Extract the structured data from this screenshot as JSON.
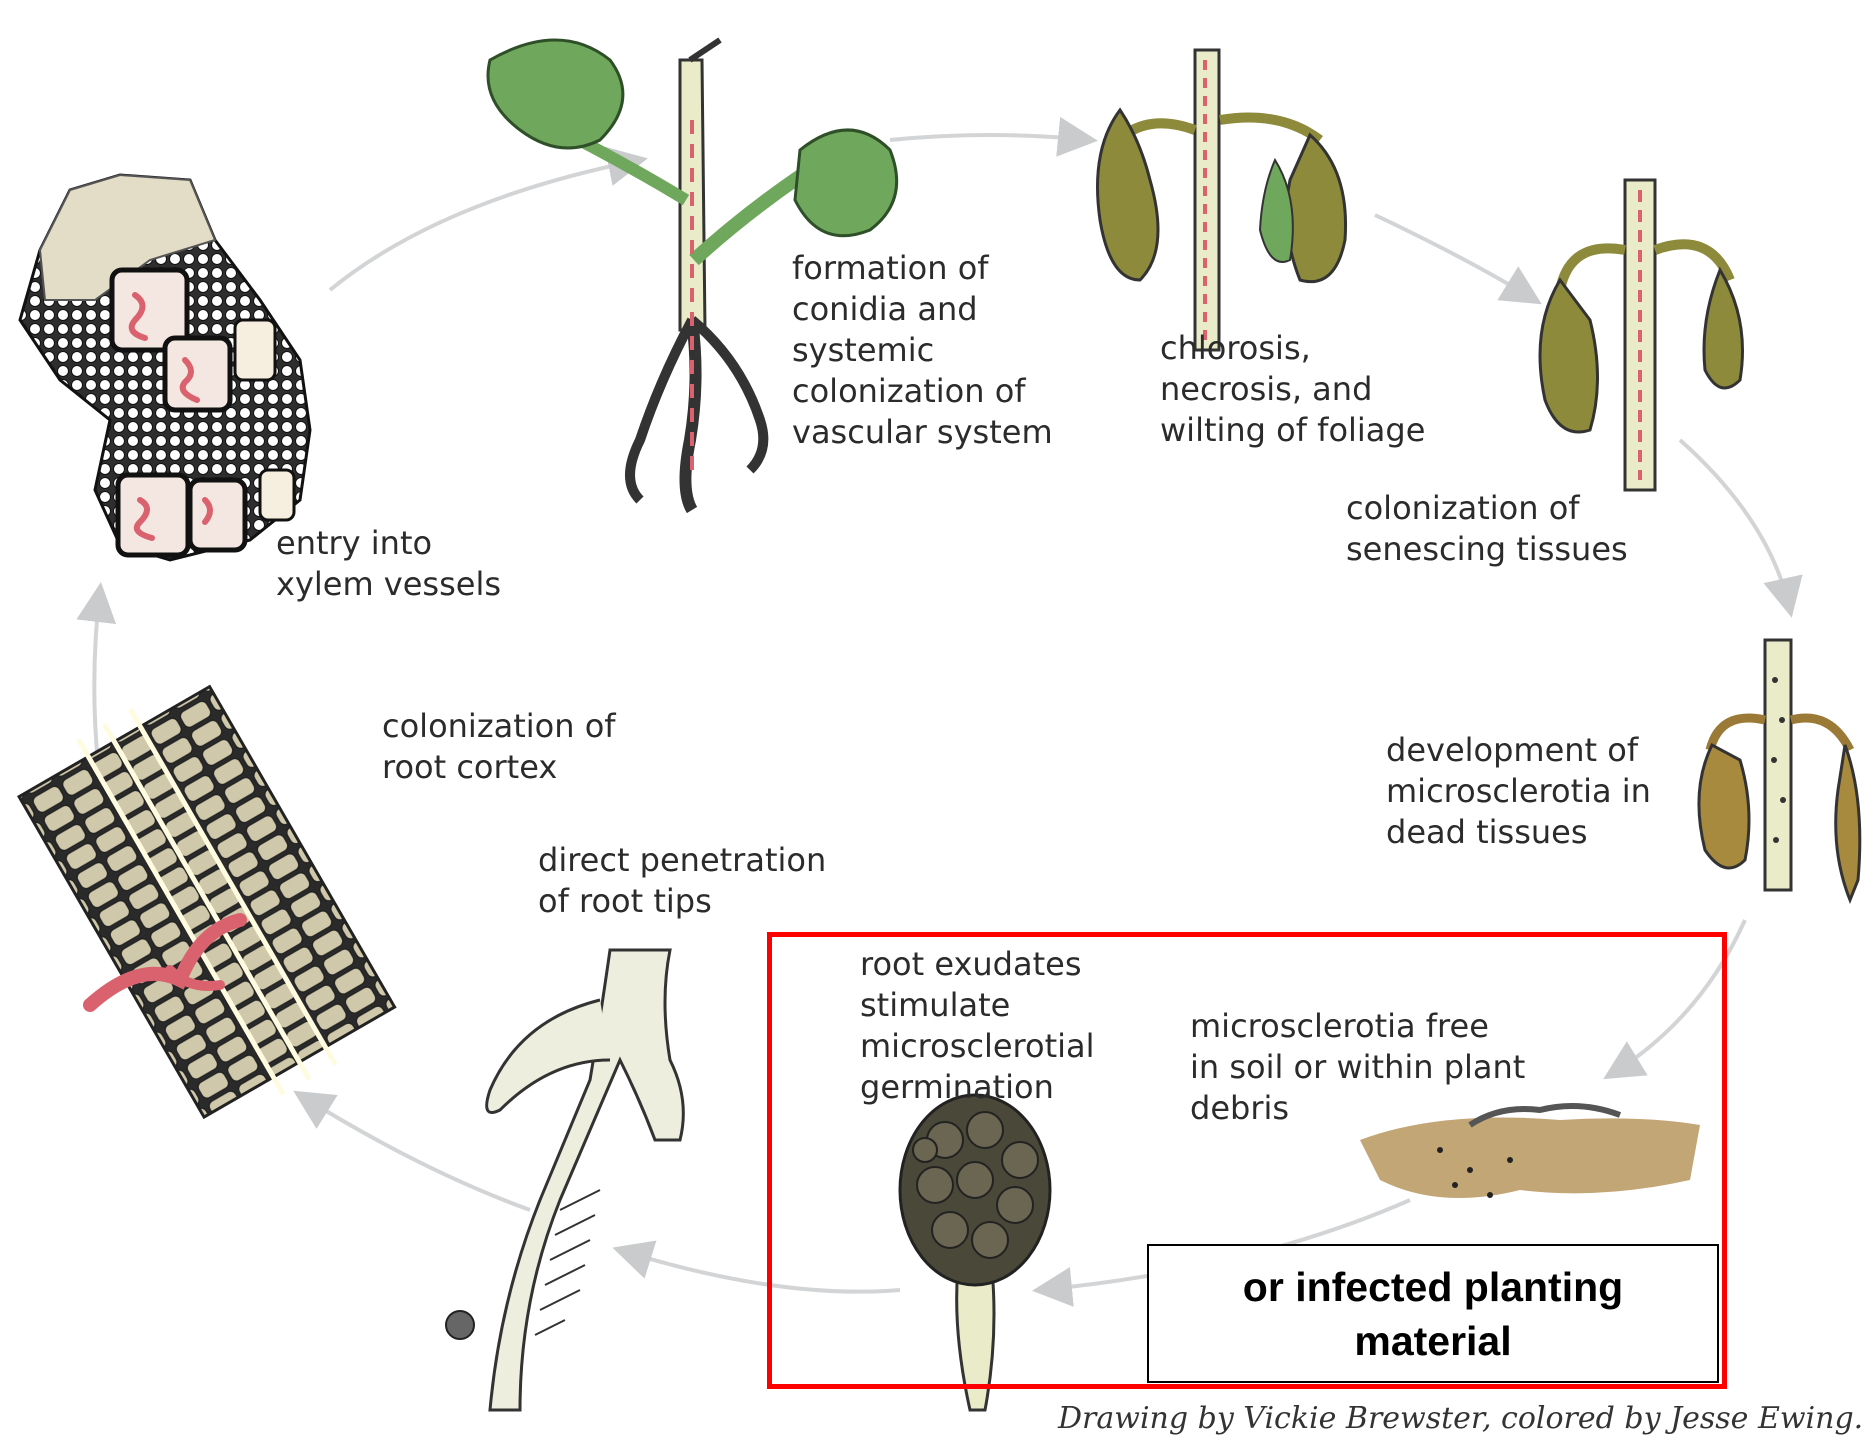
{
  "stages": [
    {
      "id": "conidia",
      "text": "formation of\nconidia and\nsystemic\ncolonization of\nvascular system"
    },
    {
      "id": "chlorosis",
      "text": "chlorosis,\nnecrosis, and\nwilting of foliage"
    },
    {
      "id": "senescing",
      "text": "colonization of\nsenescing tissues"
    },
    {
      "id": "microsclerotia-dev",
      "text": "development of\nmicrosclerotia in\ndead tissues"
    },
    {
      "id": "soil",
      "text": "microsclerotia free\nin soil or within plant\ndebris"
    },
    {
      "id": "exudates",
      "text": "root exudates\nstimulate\nmicrosclerotial\ngermination"
    },
    {
      "id": "penetration",
      "text": "direct penetration\nof root tips"
    },
    {
      "id": "cortex",
      "text": "colonization of\nroot cortex"
    },
    {
      "id": "xylem",
      "text": "entry into\nxylem vessels"
    }
  ],
  "callout": {
    "text": "or infected planting\nmaterial"
  },
  "credit": "Drawing by Vickie Brewster, colored by Jesse Ewing.",
  "colors": {
    "highlight": "#ff0000",
    "leaf": "#6fa85c",
    "stem": "#e9ebc9",
    "fungus": "#d9626e",
    "wilted": "#8e8a3c",
    "arrow": "#d2d4d6",
    "tissue": "#c9c3a8"
  }
}
